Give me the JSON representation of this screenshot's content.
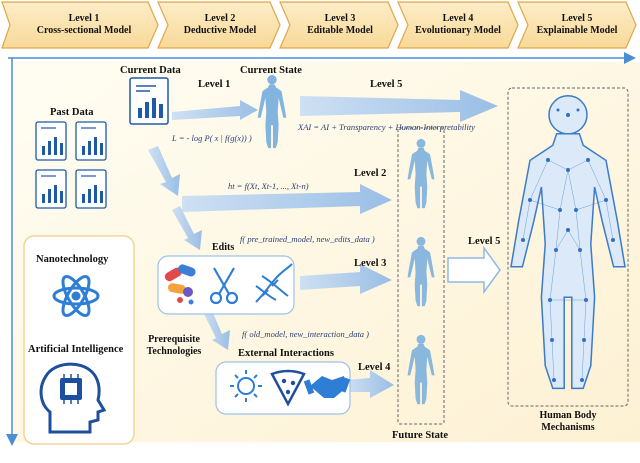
{
  "levels": [
    {
      "number": "Level 1",
      "name": "Cross-sectional Model"
    },
    {
      "number": "Level 2",
      "name": "Deductive Model"
    },
    {
      "number": "Level 3",
      "name": "Editable Model"
    },
    {
      "number": "Level 4",
      "name": "Evolutionary Model"
    },
    {
      "number": "Level 5",
      "name": "Explainable Model"
    }
  ],
  "labels": {
    "current_data": "Current Data",
    "current_state": "Current State",
    "past_data": "Past Data",
    "edits": "Edits",
    "external_interactions": "External Interactions",
    "nanotechnology": "Nanotechnology",
    "artificial_intelligence": "Artificial Intelligence",
    "prerequisite_line1": "Prerequisite",
    "prerequisite_line2": "Technologies",
    "future_state": "Future State",
    "human_body_line1": "Human Body",
    "human_body_line2": "Mechanisms"
  },
  "arrow_labels": {
    "level1": "Level 1",
    "level5_top": "Level 5",
    "level2": "Level 2",
    "level3": "Level 3",
    "level4": "Level 4",
    "level5_side": "Level 5"
  },
  "formulas": {
    "loss": "L = - log P( x | f(g(x)) )",
    "xai": "XAI = AI + Transparency + Human-Interpretability",
    "ht": "ht = f(Xt, Xt-1, ..., Xt-n)",
    "edits": "f( pre_trained_model, new_edits_data )",
    "interaction": "f( old_model, new_interaction_data )"
  },
  "icons": {
    "documents": "bar-chart-document-icon",
    "human": "human-body-icon",
    "nano": "atom-icon",
    "ai": "ai-head-chip-icon",
    "pills": "pills-icon",
    "scissors": "scissors-icon",
    "dna": "dna-icon",
    "sun": "sun-icon",
    "pizza": "pizza-icon",
    "handshake": "handshake-icon"
  },
  "colors": {
    "banner": "#fbe3b2",
    "banner_border": "#e0a64a",
    "axis": "#4a8fd6",
    "arrow": "#9cc2ea",
    "body": "#6ea8dd",
    "formula": "#2a3f78"
  }
}
